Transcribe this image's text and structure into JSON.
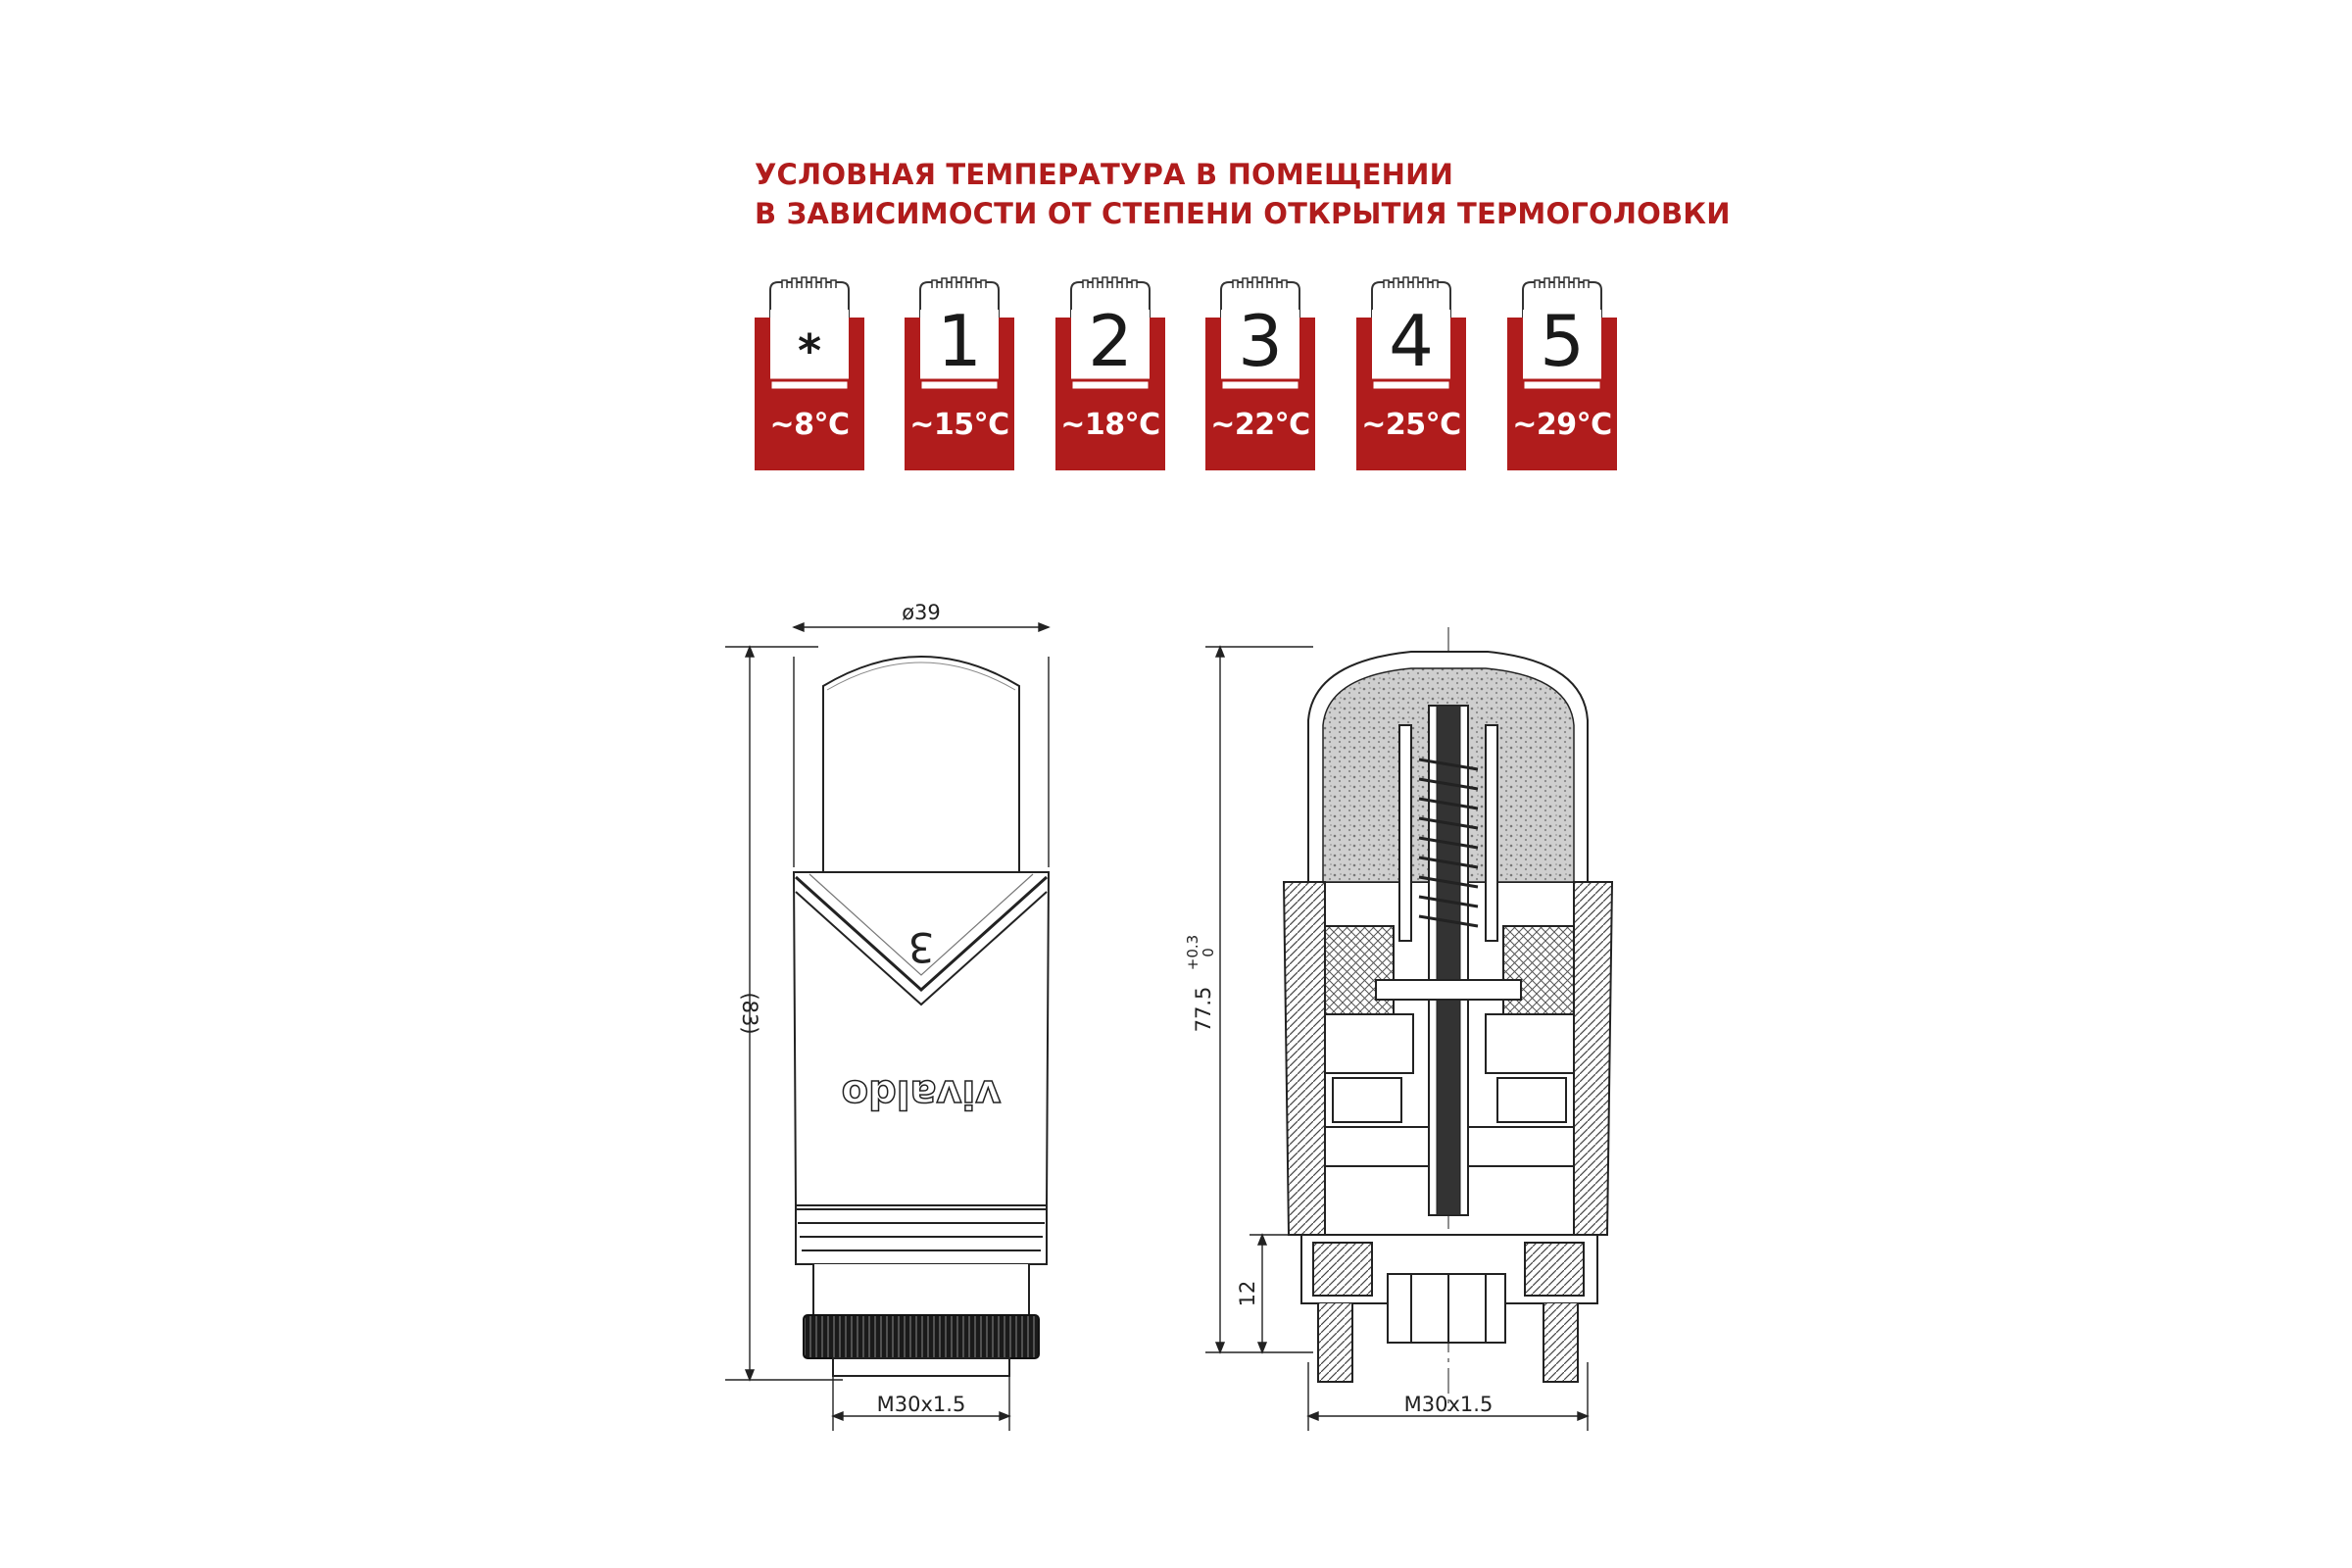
{
  "heading": {
    "line1": "УСЛОВНАЯ ТЕМПЕРАТУРА В ПОМЕЩЕНИИ",
    "line2": "В ЗАВИСИМОСТИ ОТ СТЕПЕНИ ОТКРЫТИЯ ТЕРМОГОЛОВКИ"
  },
  "settings": [
    {
      "symbol": "*",
      "temp": "~8°C"
    },
    {
      "symbol": "1",
      "temp": "~15°C"
    },
    {
      "symbol": "2",
      "temp": "~18°C"
    },
    {
      "symbol": "3",
      "temp": "~22°C"
    },
    {
      "symbol": "4",
      "temp": "~25°C"
    },
    {
      "symbol": "5",
      "temp": "~29°C"
    }
  ],
  "drawing": {
    "diameter": "ø39",
    "height_total": "(83)",
    "height_body": "77.5",
    "height_tol_upper": "+0.3",
    "height_tol_lower": "0",
    "thread_front": "M30x1.5",
    "thread_section": "M30x1.5",
    "thread_depth": "12",
    "dial_mark": "3",
    "brand": "vivaldo"
  },
  "colors": {
    "accent_red": "#b01c1c",
    "line": "#222222"
  }
}
